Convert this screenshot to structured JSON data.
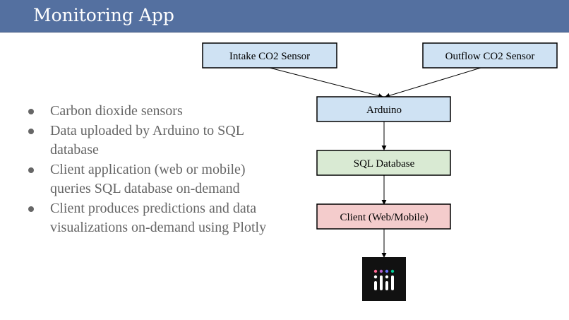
{
  "title": "Monitoring App",
  "bullets": [
    "Carbon dioxide sensors",
    "Data uploaded by Arduino to SQL database",
    "Client application (web or mobile) queries SQL database on-demand",
    "Client produces predictions and data visualizations on-demand using Plotly"
  ],
  "diagram": {
    "nodes": {
      "intake": "Intake CO2 Sensor",
      "outflow": "Outflow CO2 Sensor",
      "arduino": "Arduino",
      "sql": "SQL Database",
      "client": "Client (Web/Mobile)"
    },
    "logo_icon": "plotly-logo-icon"
  },
  "colors": {
    "title_bar": "#5470a0",
    "blue_node": "#cfe2f3",
    "green_node": "#d9ead3",
    "red_node": "#f4cccc",
    "logo_bg": "#111111"
  }
}
